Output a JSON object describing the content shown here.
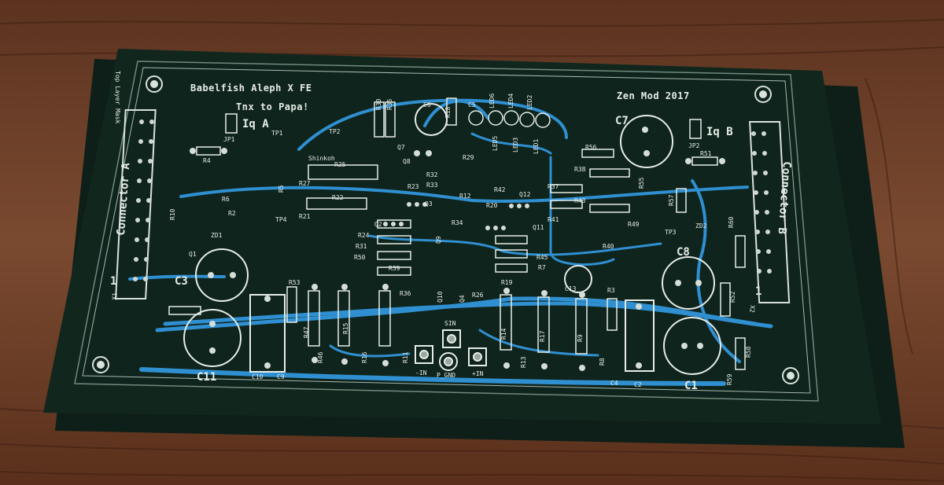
{
  "board": {
    "title": "Babelfish Aleph X FE",
    "thanks": "Tnx to Papa!",
    "credit": "Zen Mod 2017",
    "rear_label": "Top Layer Mask",
    "connector_a": "Connector A",
    "connector_b": "Connector B",
    "iq_a": "Iq A",
    "iq_b": "Iq B",
    "pin_one": "1",
    "x1": "X1",
    "x2": "X2"
  },
  "components": {
    "labels": [
      "JP1",
      "JP2",
      "R4",
      "R51",
      "R5",
      "R25",
      "R27",
      "R22",
      "R21",
      "R6",
      "R2",
      "R10",
      "ZD1",
      "ZD2",
      "Q1",
      "TP1",
      "TP2",
      "TP3",
      "TP4",
      "R30",
      "R35",
      "R18",
      "C6",
      "C5",
      "C7",
      "LED6",
      "LED4",
      "LED2",
      "LED5",
      "LED3",
      "LED1",
      "Q7",
      "Q8",
      "R29",
      "R32",
      "R33",
      "R23",
      "Q3",
      "R42",
      "R12",
      "Q12",
      "R20",
      "R38",
      "R37",
      "R43",
      "R41",
      "R56",
      "R55",
      "R57",
      "R60",
      "R49",
      "Q11",
      "R24",
      "R31",
      "R50",
      "Q2",
      "R34",
      "R39",
      "R36",
      "R26",
      "R19",
      "R40",
      "R45",
      "R7",
      "Q10",
      "C13",
      "Q9",
      "Q4",
      "R53",
      "R47",
      "R15",
      "R14",
      "R46",
      "R16",
      "R11",
      "R13",
      "R17",
      "R9",
      "R8",
      "R3",
      "R59",
      "R52",
      "R58",
      "C3",
      "C11",
      "C10",
      "C9",
      "C4",
      "C2",
      "C1",
      "C8",
      "SIN",
      "-IN",
      "P_GND",
      "+IN",
      "Shinkoh"
    ]
  },
  "colors": {
    "background_wood": "#6a3d26",
    "board_green": "#0f241c",
    "trace_blue": "#2f8fd0",
    "silkscreen": "#e6ece8"
  }
}
